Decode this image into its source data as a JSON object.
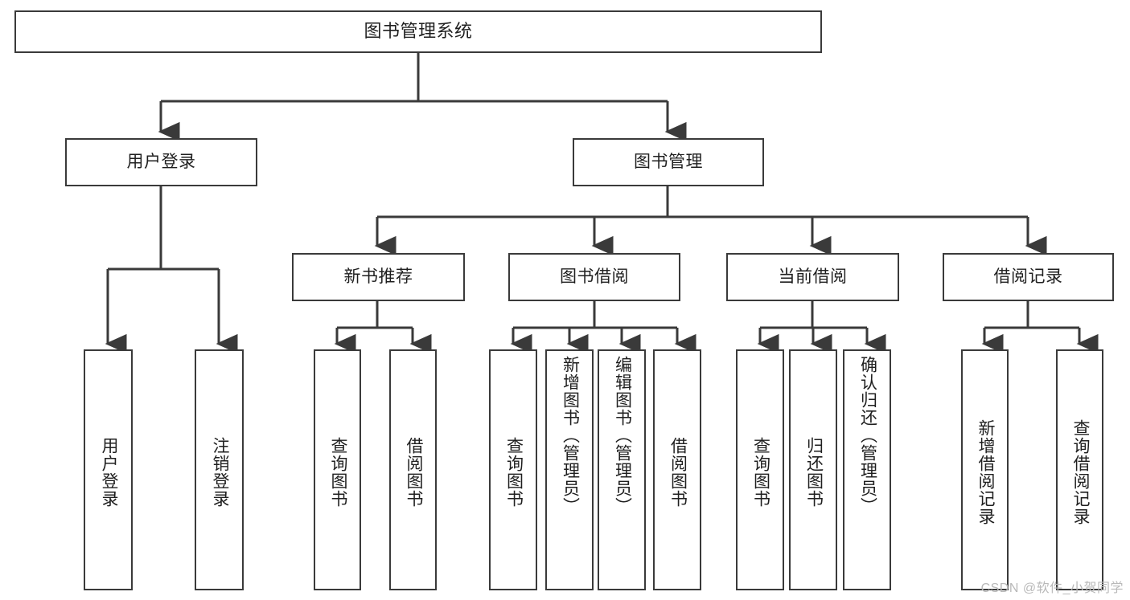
{
  "diagram": {
    "title_node": "图书管理系统",
    "watermark": "CSDN @软件_小贺同学",
    "level1": [
      {
        "label": "用户登录"
      },
      {
        "label": "图书管理"
      }
    ],
    "level2": [
      {
        "label": "新书推荐"
      },
      {
        "label": "图书借阅"
      },
      {
        "label": "当前借阅"
      },
      {
        "label": "借阅记录"
      }
    ],
    "leaves": {
      "user_login": [
        {
          "label": "用户登录"
        },
        {
          "label": "注销登录"
        }
      ],
      "new_book_recommend": [
        {
          "label": "查询图书"
        },
        {
          "label": "借阅图书"
        }
      ],
      "book_borrow": [
        {
          "label": "查询图书"
        },
        {
          "label": "新增图书（管理员）"
        },
        {
          "label": "编辑图书（管理员）"
        },
        {
          "label": "借阅图书"
        }
      ],
      "current_borrow": [
        {
          "label": "查询图书"
        },
        {
          "label": "归还图书"
        },
        {
          "label": "确认归还（管理员）"
        }
      ],
      "borrow_record": [
        {
          "label": "新增借阅记录"
        },
        {
          "label": "查询借阅记录"
        }
      ]
    }
  },
  "colors": {
    "stroke": "#3a3a3a",
    "text": "#1f1f1f",
    "background": "#ffffff",
    "watermark": "#b9b9b9"
  }
}
